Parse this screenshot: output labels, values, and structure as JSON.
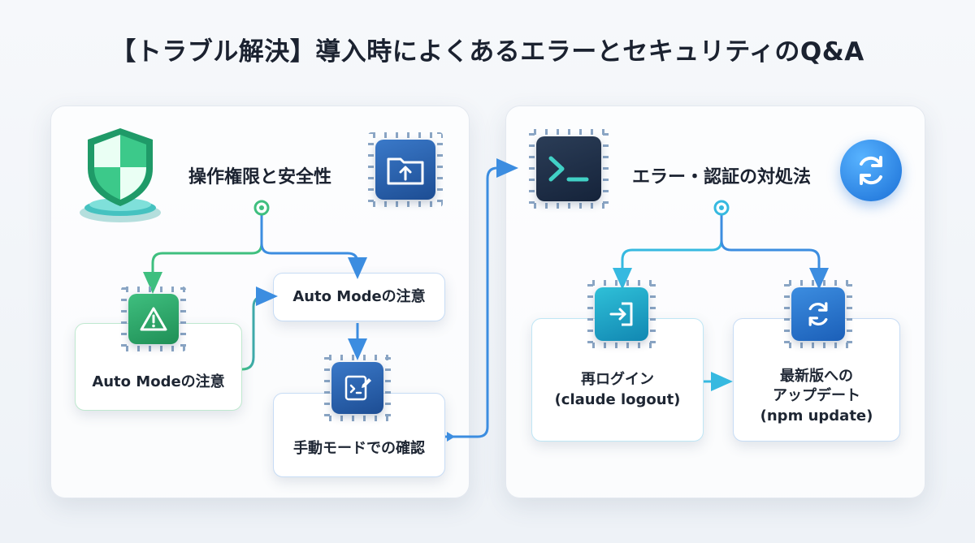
{
  "title": "【トラブル解決】導入時によくあるエラーとセキュリティのQ&A",
  "left_panel": {
    "heading": "操作権限と安全性",
    "nodes": {
      "auto_mode_lower": "Auto Modeの注意",
      "auto_mode_upper": "Auto Modeの注意",
      "manual_mode": "手動モードでの確認"
    }
  },
  "right_panel": {
    "heading": "エラー・認証の対処法",
    "nodes": {
      "relogin": "再ログイン\n(claude logout)",
      "update": "最新版への\nアップデート\n(npm update)"
    }
  },
  "colors": {
    "green": "#3fbf7f",
    "blue": "#3c8de0",
    "cyan": "#36b9e0",
    "navy": "#1d4d93"
  },
  "icons": [
    "shield-icon",
    "folder-upload-icon",
    "warning-icon",
    "edit-code-icon",
    "terminal-icon",
    "refresh-icon",
    "login-icon"
  ]
}
